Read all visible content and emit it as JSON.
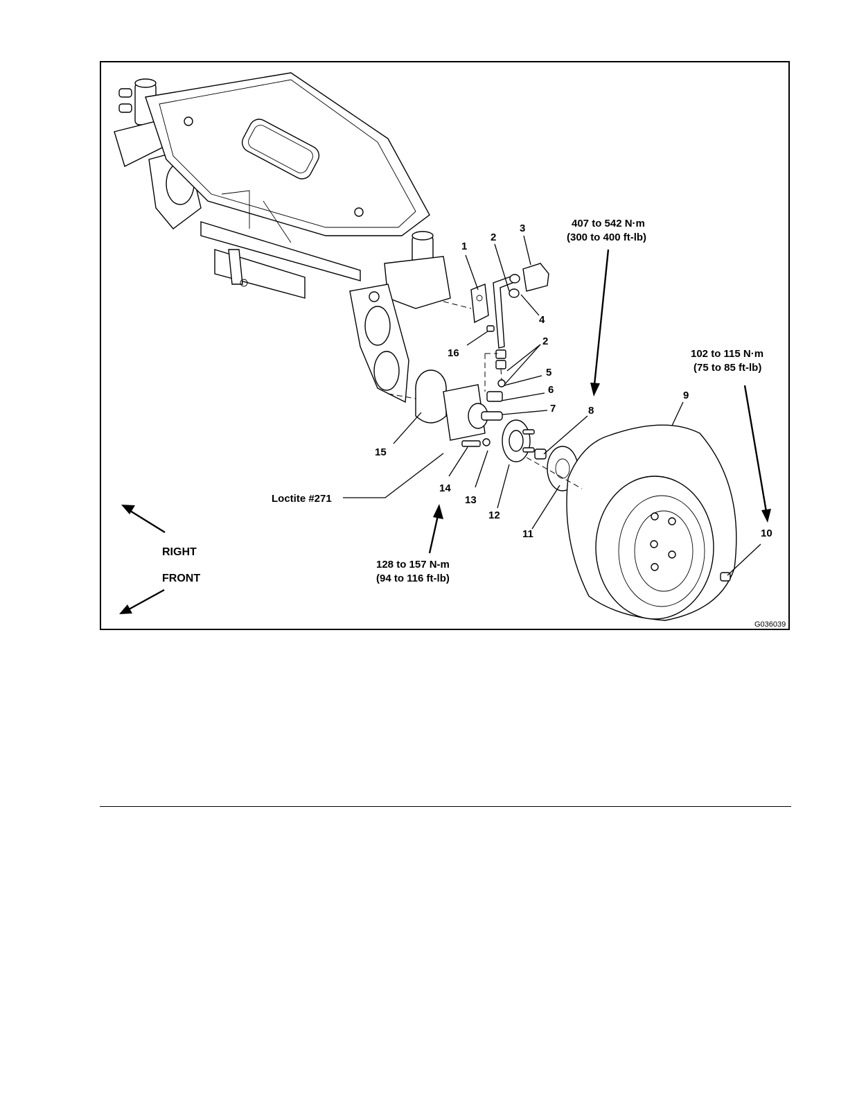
{
  "figure": {
    "callouts": [
      "1",
      "2",
      "3",
      "4",
      "2",
      "5",
      "6",
      "7",
      "8",
      "9",
      "10",
      "11",
      "12",
      "13",
      "14",
      "15",
      "16"
    ],
    "torque_specs": {
      "nut_8": {
        "line1": "407 to 542 N·m",
        "line2": "(300 to 400 ft-lb)"
      },
      "nut_10": {
        "line1": "102 to 115 N·m",
        "line2": "(75 to 85 ft-lb)"
      },
      "bolt_14": {
        "line1": "128 to 157 N-m",
        "line2": "(94 to 116 ft-lb)"
      }
    },
    "adhesive_label": "Loctite #271",
    "directions": {
      "right": "RIGHT",
      "front": "FRONT"
    },
    "figure_code": "G036039"
  }
}
